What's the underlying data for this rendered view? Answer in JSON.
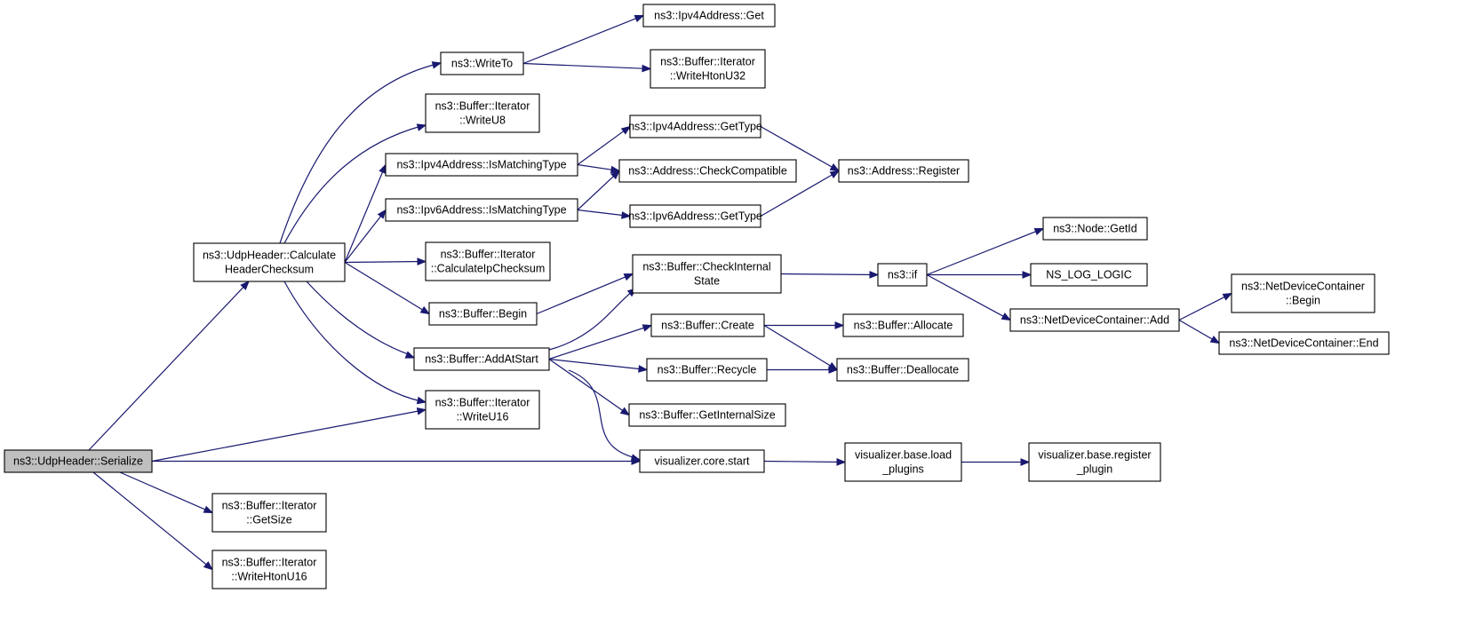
{
  "diagram": {
    "colors": {
      "edge": "#191970",
      "root_fill": "#bfbfbf",
      "node_fill": "#ffffff",
      "node_border": "#000000"
    },
    "nodes": [
      {
        "id": "serialize",
        "lines": [
          "ns3::UdpHeader::Serialize"
        ],
        "root": true
      },
      {
        "id": "calcHdr",
        "lines": [
          "ns3::UdpHeader::Calculate",
          "HeaderChecksum"
        ]
      },
      {
        "id": "writeTo",
        "lines": [
          "ns3::WriteTo"
        ]
      },
      {
        "id": "ipv4Get",
        "lines": [
          "ns3::Ipv4Address::Get"
        ]
      },
      {
        "id": "writeHtonU32",
        "lines": [
          "ns3::Buffer::Iterator",
          "::WriteHtonU32"
        ]
      },
      {
        "id": "writeU8",
        "lines": [
          "ns3::Buffer::Iterator",
          "::WriteU8"
        ]
      },
      {
        "id": "ipv4Match",
        "lines": [
          "ns3::Ipv4Address::IsMatchingType"
        ]
      },
      {
        "id": "ipv4GetType",
        "lines": [
          "ns3::Ipv4Address::GetType"
        ]
      },
      {
        "id": "checkCompat",
        "lines": [
          "ns3::Address::CheckCompatible"
        ]
      },
      {
        "id": "addrRegister",
        "lines": [
          "ns3::Address::Register"
        ]
      },
      {
        "id": "ipv6Match",
        "lines": [
          "ns3::Ipv6Address::IsMatchingType"
        ]
      },
      {
        "id": "ipv6GetType",
        "lines": [
          "ns3::Ipv6Address::GetType"
        ]
      },
      {
        "id": "calcIpChk",
        "lines": [
          "ns3::Buffer::Iterator",
          "::CalculateIpChecksum"
        ]
      },
      {
        "id": "begin",
        "lines": [
          "ns3::Buffer::Begin"
        ]
      },
      {
        "id": "checkInternal",
        "lines": [
          "ns3::Buffer::CheckInternal",
          "State"
        ]
      },
      {
        "id": "nsif",
        "lines": [
          "ns3::if"
        ]
      },
      {
        "id": "nodeGetId",
        "lines": [
          "ns3::Node::GetId"
        ]
      },
      {
        "id": "nsLogLogic",
        "lines": [
          "NS_LOG_LOGIC"
        ]
      },
      {
        "id": "ndcAdd",
        "lines": [
          "ns3::NetDeviceContainer::Add"
        ]
      },
      {
        "id": "ndcBegin",
        "lines": [
          "ns3::NetDeviceContainer",
          "::Begin"
        ]
      },
      {
        "id": "ndcEnd",
        "lines": [
          "ns3::NetDeviceContainer::End"
        ]
      },
      {
        "id": "addAtStart",
        "lines": [
          "ns3::Buffer::AddAtStart"
        ]
      },
      {
        "id": "create",
        "lines": [
          "ns3::Buffer::Create"
        ]
      },
      {
        "id": "allocate",
        "lines": [
          "ns3::Buffer::Allocate"
        ]
      },
      {
        "id": "recycle",
        "lines": [
          "ns3::Buffer::Recycle"
        ]
      },
      {
        "id": "deallocate",
        "lines": [
          "ns3::Buffer::Deallocate"
        ]
      },
      {
        "id": "getInternalSize",
        "lines": [
          "ns3::Buffer::GetInternalSize"
        ]
      },
      {
        "id": "writeU16",
        "lines": [
          "ns3::Buffer::Iterator",
          "::WriteU16"
        ]
      },
      {
        "id": "vizStart",
        "lines": [
          "visualizer.core.start"
        ]
      },
      {
        "id": "vizLoad",
        "lines": [
          "visualizer.base.load",
          "_plugins"
        ]
      },
      {
        "id": "vizRegister",
        "lines": [
          "visualizer.base.register",
          "_plugin"
        ]
      },
      {
        "id": "getSize",
        "lines": [
          "ns3::Buffer::Iterator",
          "::GetSize"
        ]
      },
      {
        "id": "writeHtonU16",
        "lines": [
          "ns3::Buffer::Iterator",
          "::WriteHtonU16"
        ]
      }
    ],
    "edges": [
      {
        "from": "serialize",
        "to": "calcHdr"
      },
      {
        "from": "serialize",
        "to": "writeU16"
      },
      {
        "from": "serialize",
        "to": "vizStart"
      },
      {
        "from": "serialize",
        "to": "getSize"
      },
      {
        "from": "serialize",
        "to": "writeHtonU16"
      },
      {
        "from": "calcHdr",
        "to": "writeTo"
      },
      {
        "from": "calcHdr",
        "to": "writeU8"
      },
      {
        "from": "calcHdr",
        "to": "ipv4Match"
      },
      {
        "from": "calcHdr",
        "to": "ipv6Match"
      },
      {
        "from": "calcHdr",
        "to": "calcIpChk"
      },
      {
        "from": "calcHdr",
        "to": "begin"
      },
      {
        "from": "calcHdr",
        "to": "addAtStart"
      },
      {
        "from": "calcHdr",
        "to": "writeU16"
      },
      {
        "from": "writeTo",
        "to": "ipv4Get"
      },
      {
        "from": "writeTo",
        "to": "writeHtonU32"
      },
      {
        "from": "ipv4Match",
        "to": "ipv4GetType"
      },
      {
        "from": "ipv4Match",
        "to": "checkCompat"
      },
      {
        "from": "ipv6Match",
        "to": "checkCompat"
      },
      {
        "from": "ipv6Match",
        "to": "ipv6GetType"
      },
      {
        "from": "ipv4GetType",
        "to": "addrRegister"
      },
      {
        "from": "ipv6GetType",
        "to": "addrRegister"
      },
      {
        "from": "begin",
        "to": "checkInternal"
      },
      {
        "from": "addAtStart",
        "to": "checkInternal"
      },
      {
        "from": "addAtStart",
        "to": "create"
      },
      {
        "from": "addAtStart",
        "to": "recycle"
      },
      {
        "from": "addAtStart",
        "to": "getInternalSize"
      },
      {
        "from": "addAtStart",
        "to": "vizStart"
      },
      {
        "from": "checkInternal",
        "to": "nsif"
      },
      {
        "from": "nsif",
        "to": "nodeGetId"
      },
      {
        "from": "nsif",
        "to": "nsLogLogic"
      },
      {
        "from": "nsif",
        "to": "ndcAdd"
      },
      {
        "from": "ndcAdd",
        "to": "ndcBegin"
      },
      {
        "from": "ndcAdd",
        "to": "ndcEnd"
      },
      {
        "from": "create",
        "to": "allocate"
      },
      {
        "from": "create",
        "to": "deallocate"
      },
      {
        "from": "recycle",
        "to": "deallocate"
      },
      {
        "from": "vizStart",
        "to": "vizLoad"
      },
      {
        "from": "vizLoad",
        "to": "vizRegister"
      }
    ]
  }
}
